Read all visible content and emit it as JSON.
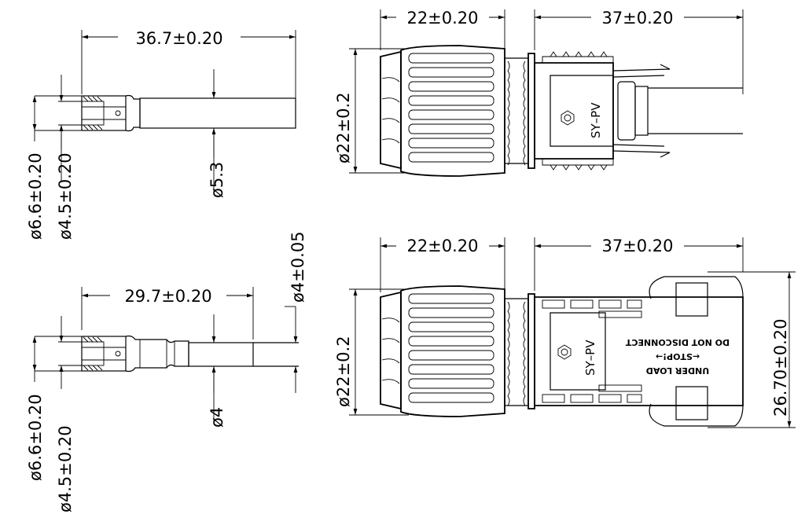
{
  "pin_top": {
    "length": "36.7±0.20",
    "outer_dia": "ø6.6±0.20",
    "inner_dia": "ø4.5±0.20",
    "pin_dia": "ø5.3"
  },
  "pin_bottom": {
    "length": "29.7±0.20",
    "outer_dia": "ø6.6±0.20",
    "inner_dia": "ø4.5±0.20",
    "pin_dia": "ø4",
    "tip_dia": "ø4±0.05"
  },
  "conn_top": {
    "nut_width": "22±0.20",
    "body_length": "37±0.20",
    "dia": "ø22±0.2",
    "brand": "SY–PV"
  },
  "conn_bottom": {
    "nut_width": "22±0.20",
    "body_length": "37±0.20",
    "dia": "ø22±0.2",
    "height": "26.70±0.20",
    "brand": "SY–PV",
    "warning_1": "DO NOT DISCONNECT",
    "warning_2": "UNDER LOAD",
    "warning_3": "←STOP!→"
  }
}
